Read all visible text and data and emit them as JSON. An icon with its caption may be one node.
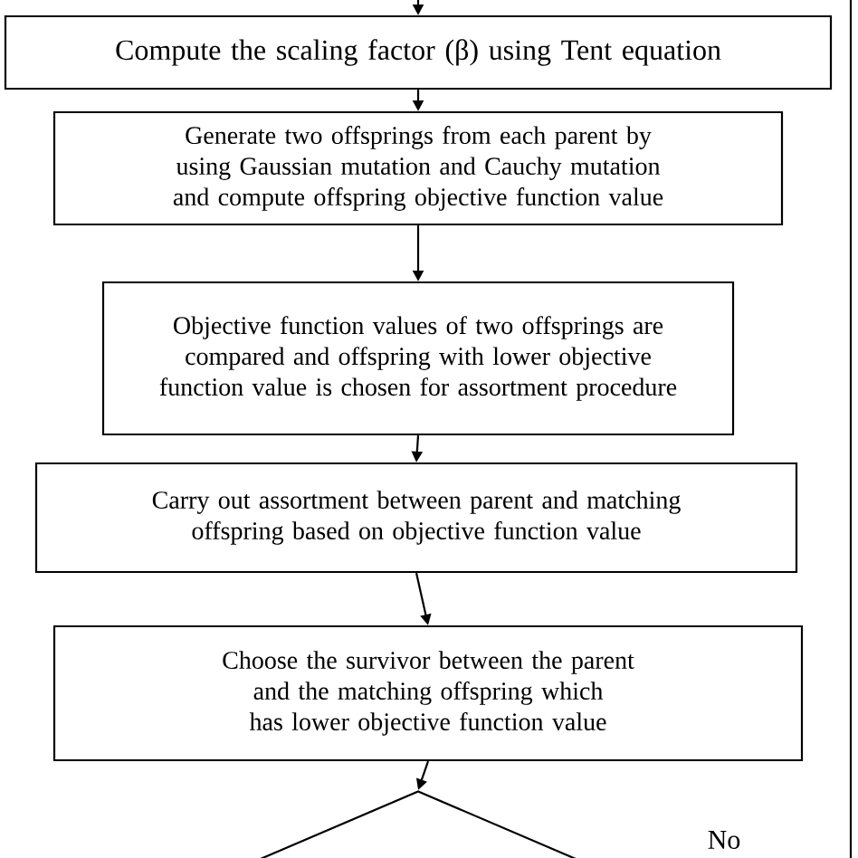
{
  "diagram": {
    "nodes": [
      {
        "text": [
          "Compute the scaling factor (β) using Tent equation"
        ]
      },
      {
        "text": [
          "Generate two offsprings from each parent by using Gaussian mutation and Cauchy mutation and compute offspring objective function value"
        ]
      },
      {
        "text": [
          "Objective function values of two offsprings are compared  and offspring with lower objective function value is chosen for assortment procedure"
        ]
      },
      {
        "text": [
          "Carry out assortment between parent and matching offspring based on objective function value"
        ]
      },
      {
        "text": [
          "Choose the survivor between the parent and the matching  offspring which has lower objective function value"
        ]
      },
      {
        "text": [],
        "shape": "diamond"
      }
    ],
    "edges": [
      {
        "from": null,
        "to": 0,
        "arrow": "to"
      },
      {
        "from": 0,
        "to": 1,
        "arrow": "to"
      },
      {
        "from": 1,
        "to": 2,
        "arrow": "to"
      },
      {
        "from": 2,
        "to": 3,
        "arrow": "to"
      },
      {
        "from": 3,
        "to": 4,
        "arrow": "to"
      },
      {
        "from": 4,
        "to": 5,
        "arrow": "to"
      },
      {
        "from": 5,
        "to": null,
        "arrow": "none",
        "label": "No"
      }
    ]
  }
}
